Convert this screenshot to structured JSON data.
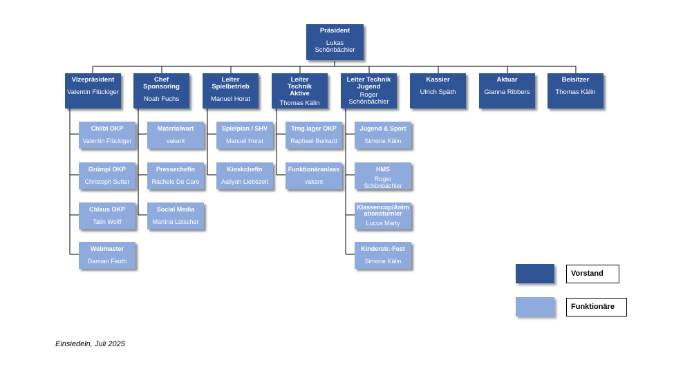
{
  "president": {
    "title": "Präsident",
    "name": "Lukas Schönbächler"
  },
  "vorstand": [
    {
      "title": "Vizepräsident",
      "name": "Valentin Flückiger"
    },
    {
      "title": "Chef Sponsoring",
      "name": "Noah Fuchs"
    },
    {
      "title": "Leiter Spielbetrieb",
      "name": "Manuel Horat"
    },
    {
      "title": "Leiter Technik Aktive",
      "name": "Thomas Kälin"
    },
    {
      "title": "Leiter Technik Jugend",
      "name": "Roger Schönbächler"
    },
    {
      "title": "Kassier",
      "name": "Ulrich Späth"
    },
    {
      "title": "Aktuar",
      "name": "Gianna Ribbers"
    },
    {
      "title": "Beisitzer",
      "name": "Thomas Kälin"
    }
  ],
  "funktionaere": [
    [
      {
        "title": "Chilbi OKP",
        "name": "Valentin Flückiger"
      },
      {
        "title": "Grümpi OKP",
        "name": "Christoph Sutter"
      },
      {
        "title": "Chlaus OKP",
        "name": "Talin Wolff"
      },
      {
        "title": "Webmaster",
        "name": "Damian Fauth"
      }
    ],
    [
      {
        "title": "Materialwart",
        "name": "vakant"
      },
      {
        "title": "Pressechefin",
        "name": "Rachele De Caro"
      },
      {
        "title": "Social Media",
        "name": "Martina Lütscher"
      }
    ],
    [
      {
        "title": "Spielplan / SHV",
        "name": "Manuel Horat"
      },
      {
        "title": "Kioskchefin",
        "name": "Aaliyah Liebezeit"
      }
    ],
    [
      {
        "title": "Trng.lager OKP",
        "name": "Raphael Burkard"
      },
      {
        "title": "Funktionäranlass",
        "name": "vakant"
      }
    ],
    [
      {
        "title": "Jugend & Sport",
        "name": "Simone Kälin"
      },
      {
        "title": "HMS",
        "name": "Roger Schönbächler"
      },
      {
        "title": "Klassencup/Animationsturnier",
        "name": "Lucca Marty"
      },
      {
        "title": "Kinderstr.-Fest",
        "name": "Simone Kälin"
      }
    ]
  ],
  "legend": {
    "vorstand": "Vorstand",
    "funktionaere": "Funktionäre"
  },
  "colors": {
    "vorstand": "#2f5597",
    "funktionaere": "#8faadc"
  },
  "footer": "Einsiedeln, Juli 2025"
}
